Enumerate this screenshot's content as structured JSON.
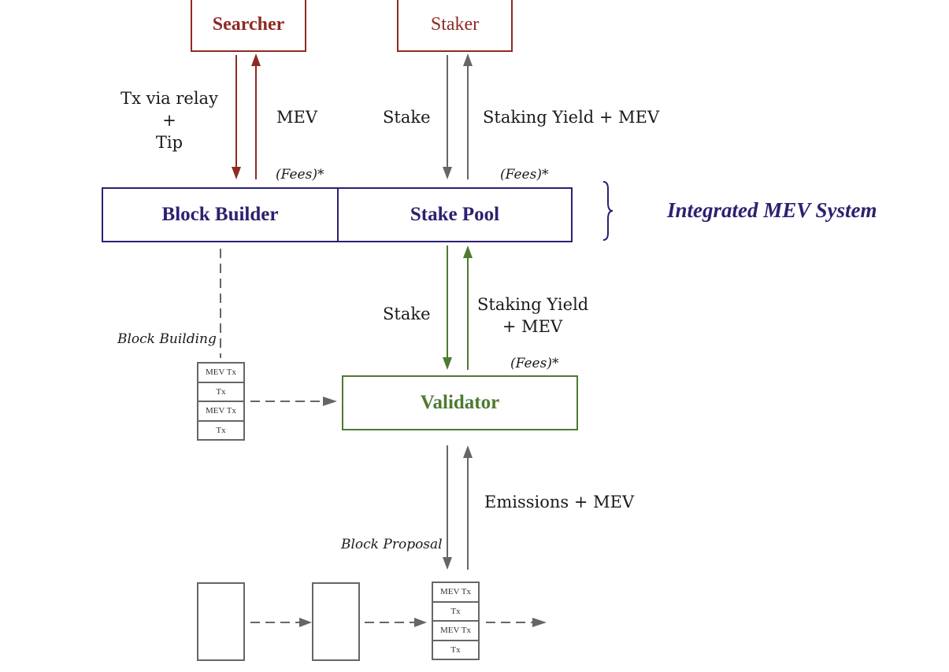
{
  "nodes": {
    "searcher": "Searcher",
    "staker": "Staker",
    "block_builder": "Block Builder",
    "stake_pool": "Stake Pool",
    "validator": "Validator"
  },
  "group_label": "Integrated MEV System",
  "edges": {
    "tx_relay": [
      "Tx via relay",
      "+",
      "Tip"
    ],
    "mev": "MEV",
    "stake_top": "Stake",
    "staking_yield_top": "Staking Yield + MEV",
    "fees_builder": "(Fees)*",
    "fees_pool": "(Fees)*",
    "stake_mid": "Stake",
    "staking_yield_mid": [
      "Staking Yield",
      "+ MEV"
    ],
    "fees_validator": "(Fees)*",
    "emissions": "Emissions + MEV",
    "block_building": "Block Building",
    "block_proposal": "Block Proposal"
  },
  "block_stack": [
    "MEV Tx",
    "Tx",
    "MEV Tx",
    "Tx"
  ],
  "colors": {
    "searcher": "#8e2a24",
    "system": "#2b2170",
    "validator": "#4e7a32",
    "neutral": "#666666"
  }
}
